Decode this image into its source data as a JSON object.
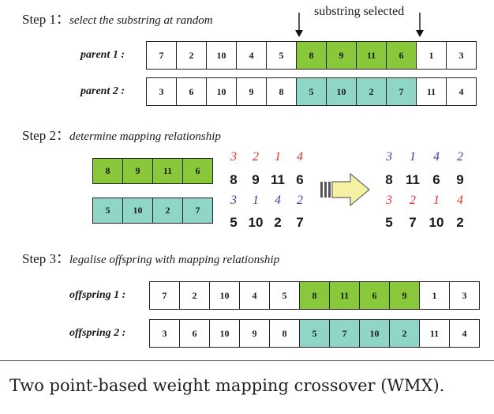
{
  "steps": [
    {
      "label": "Step 1：",
      "desc": "select the substring at random"
    },
    {
      "label": "Step 2：",
      "desc": "determine mapping relationship"
    },
    {
      "label": "Step 3：",
      "desc": "legalise offspring with mapping relationship"
    }
  ],
  "substring_label": "substring selected",
  "parent1": {
    "label": "parent  1 :",
    "values": [
      "7",
      "2",
      "10",
      "4",
      "5",
      "8",
      "9",
      "11",
      "6",
      "1",
      "3"
    ]
  },
  "parent2": {
    "label": "parent  2 :",
    "values": [
      "3",
      "6",
      "10",
      "9",
      "8",
      "5",
      "10",
      "2",
      "7",
      "11",
      "4"
    ]
  },
  "offspring1": {
    "label": "offspring  1 :",
    "values": [
      "7",
      "2",
      "10",
      "4",
      "5",
      "8",
      "11",
      "6",
      "9",
      "1",
      "3"
    ]
  },
  "offspring2": {
    "label": "offspring  2 :",
    "values": [
      "3",
      "6",
      "10",
      "9",
      "8",
      "5",
      "7",
      "10",
      "2",
      "11",
      "4"
    ]
  },
  "highlight_range": [
    5,
    8
  ],
  "colors": {
    "green": "#88c83a",
    "teal": "#8fd6c8",
    "red_index": "#e0312a",
    "blue_index": "#3a3e9c",
    "arrow_fill": "#f4f2a0"
  },
  "mapping": {
    "sub1": [
      "8",
      "9",
      "11",
      "6"
    ],
    "sub2": [
      "5",
      "10",
      "2",
      "7"
    ],
    "left_red_idx": [
      "3",
      "2",
      "1",
      "4"
    ],
    "left_digits_top": [
      "8",
      "9",
      "11",
      "6"
    ],
    "left_blue_idx": [
      "3",
      "1",
      "4",
      "2"
    ],
    "left_digits_bottom": [
      "5",
      "10",
      "2",
      "7"
    ],
    "right_blue_idx": [
      "3",
      "1",
      "4",
      "2"
    ],
    "right_digits_top": [
      "8",
      "11",
      "6",
      "9"
    ],
    "right_red_idx": [
      "3",
      "2",
      "1",
      "4"
    ],
    "right_digits_bottom": [
      "5",
      "7",
      "10",
      "2"
    ]
  },
  "caption": "Two point-based weight mapping crossover (WMX)."
}
